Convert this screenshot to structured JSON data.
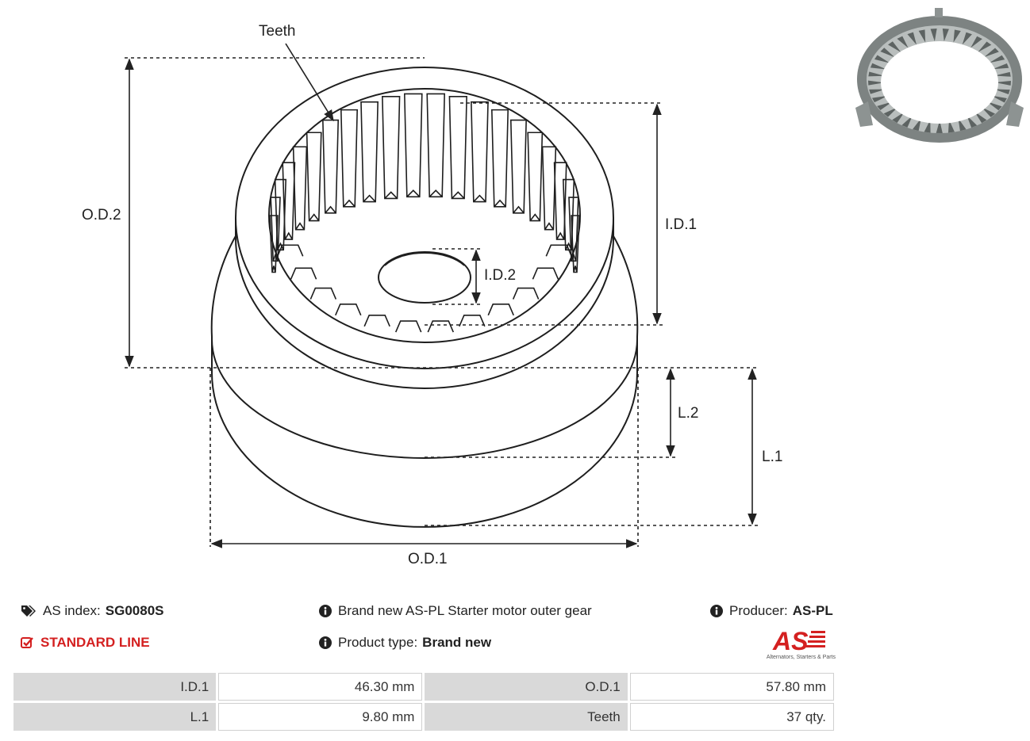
{
  "drawing": {
    "labels": {
      "teeth": "Teeth",
      "od2": "O.D.2",
      "id1": "I.D.1",
      "id2": "I.D.2",
      "l2": "L.2",
      "l1": "L.1",
      "od1": "O.D.1"
    }
  },
  "product": {
    "as_index_label": "AS index:",
    "as_index_value": "SG0080S",
    "line": "STANDARD LINE",
    "description": "Brand new AS-PL Starter motor outer gear",
    "product_type_label": "Product type:",
    "product_type_value": "Brand new",
    "producer_label": "Producer:",
    "producer_value": "AS-PL",
    "logo_text": "AS",
    "logo_tagline": "Alternators, Starters & Parts"
  },
  "specs": [
    [
      {
        "label": "I.D.1",
        "value": "46.30 mm"
      },
      {
        "label": "O.D.1",
        "value": "57.80 mm"
      }
    ],
    [
      {
        "label": "L.1",
        "value": "9.80 mm"
      },
      {
        "label": "Teeth",
        "value": "37 qty."
      }
    ]
  ],
  "colors": {
    "accent_red": "#d42020",
    "table_header": "#d9d9d9"
  },
  "icons": [
    "tags-icon",
    "check-square-icon",
    "info-circle-icon"
  ]
}
